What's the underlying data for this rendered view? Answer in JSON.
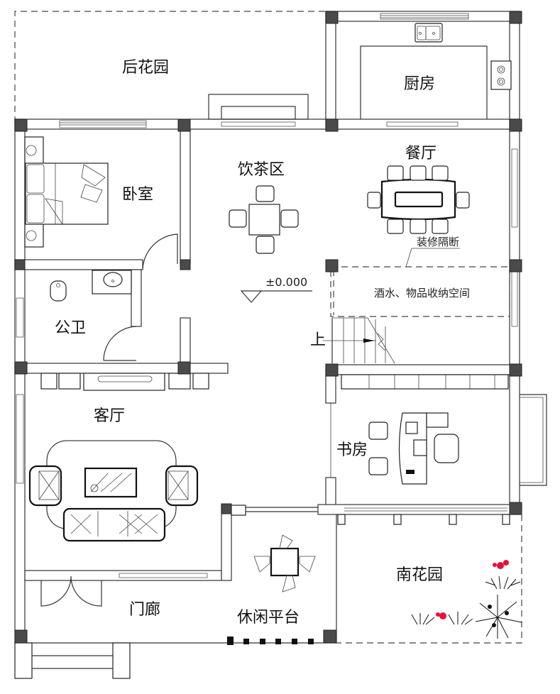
{
  "plan": {
    "type": "floor-plan",
    "rooms": {
      "back_garden": "后花园",
      "kitchen": "厨房",
      "bedroom": "卧室",
      "tea_area": "饮茶区",
      "dining": "餐厅",
      "partition_note": "装修隔断",
      "storage": "酒水、物品收纳空间",
      "public_bath": "公卫",
      "elevation": "±0.000",
      "stairs_up": "上",
      "living_room": "客厅",
      "study": "书房",
      "porch": "门廊",
      "leisure_platform": "休闲平台",
      "south_garden": "南花园"
    },
    "colors": {
      "wall": "#333333",
      "column": "#4a4a4a",
      "flower": "#e8103a"
    }
  }
}
